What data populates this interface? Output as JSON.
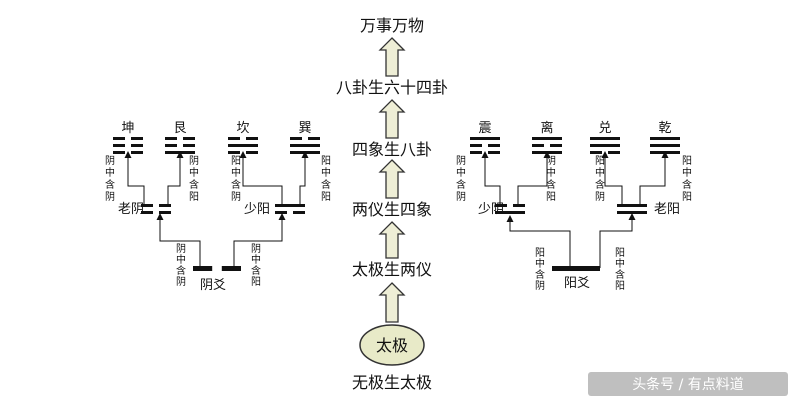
{
  "center": {
    "stages": [
      "万事万物",
      "八卦生六十四卦",
      "四象生八卦",
      "两仪生四象",
      "太极生两仪",
      "无极生太极"
    ],
    "taiji": "太极"
  },
  "trigrams": [
    {
      "name": "坤",
      "bits": [
        0,
        0,
        0
      ]
    },
    {
      "name": "艮",
      "bits": [
        1,
        0,
        0
      ]
    },
    {
      "name": "坎",
      "bits": [
        0,
        1,
        0
      ]
    },
    {
      "name": "巽",
      "bits": [
        1,
        1,
        0
      ]
    },
    {
      "name": "震",
      "bits": [
        0,
        0,
        1
      ]
    },
    {
      "name": "离",
      "bits": [
        1,
        0,
        1
      ]
    },
    {
      "name": "兑",
      "bits": [
        0,
        1,
        1
      ]
    },
    {
      "name": "乾",
      "bits": [
        1,
        1,
        1
      ]
    }
  ],
  "trigram_notes": [
    "阴中含阴",
    "阴中含阳",
    "阳中含阴",
    "阳中含阳",
    "阴中含阴",
    "阴中含阳",
    "阳中含阴",
    "阳中含阳"
  ],
  "four_images": [
    {
      "name": "老阴",
      "bits": [
        0,
        0
      ]
    },
    {
      "name": "少阳",
      "bits": [
        0,
        1
      ]
    },
    {
      "name": "少阴",
      "bits": [
        1,
        0
      ]
    },
    {
      "name": "老阳",
      "bits": [
        1,
        1
      ]
    }
  ],
  "image_notes": [
    "阴中含阴",
    "阴中含阳",
    "阳中含阴",
    "阳中含阳"
  ],
  "two_modes": [
    "阴爻",
    "阳爻"
  ],
  "watermark": "头条号 / 有点料道"
}
